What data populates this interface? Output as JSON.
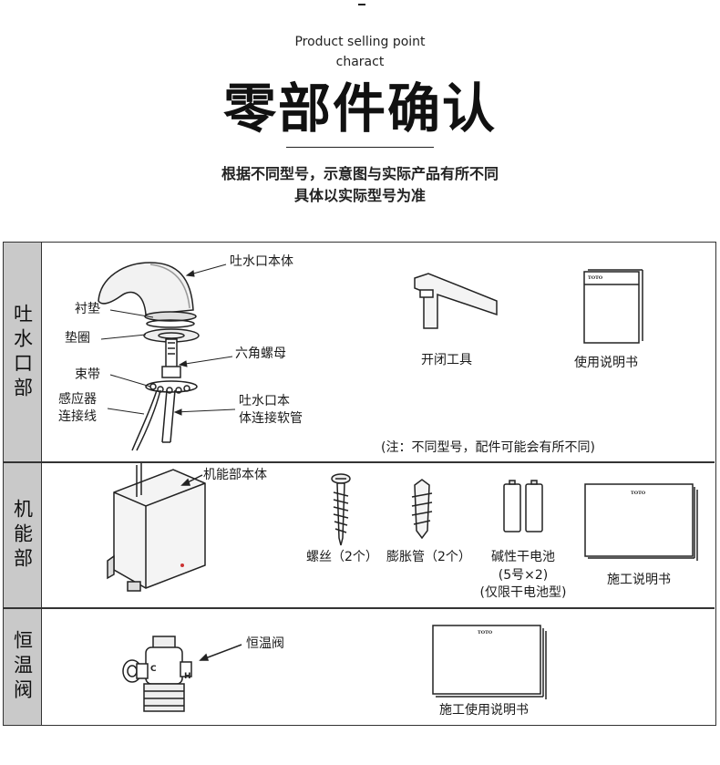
{
  "header": {
    "subtitle_line1": "Product selling point",
    "subtitle_line2": "charact",
    "title": "零部件确认",
    "note_line1": "根据不同型号，示意图与实际产品有所不同",
    "note_line2": "具体以实际型号为准"
  },
  "sections": [
    {
      "category": "吐水口部",
      "labels": {
        "spout_body": "吐水口本体",
        "gasket": "衬垫",
        "washer": "垫圈",
        "hex_nut": "六角螺母",
        "band": "束带",
        "sensor_line_1": "感应器",
        "sensor_line_2": "连接线",
        "hose_1": "吐水口本",
        "hose_2": "体连接软管",
        "tool": "开闭工具",
        "manual": "使用说明书",
        "footnote": "(注：不同型号，配件可能会有所不同)"
      }
    },
    {
      "category": "机能部",
      "labels": {
        "unit_body": "机能部本体",
        "screw": "螺丝（2个）",
        "anchor": "膨胀管（2个）",
        "battery_1": "碱性干电池",
        "battery_2": "(5号×2)",
        "battery_3": "(仅限干电池型)",
        "install_manual": "施工说明书"
      }
    },
    {
      "category": "恒温阀",
      "labels": {
        "valve": "恒温阀",
        "install_use_manual": "施工使用说明书"
      }
    }
  ],
  "brand_marks": [
    "TOTO",
    "TOTO",
    "TOTO"
  ],
  "valve_letters": [
    "C",
    "H"
  ]
}
